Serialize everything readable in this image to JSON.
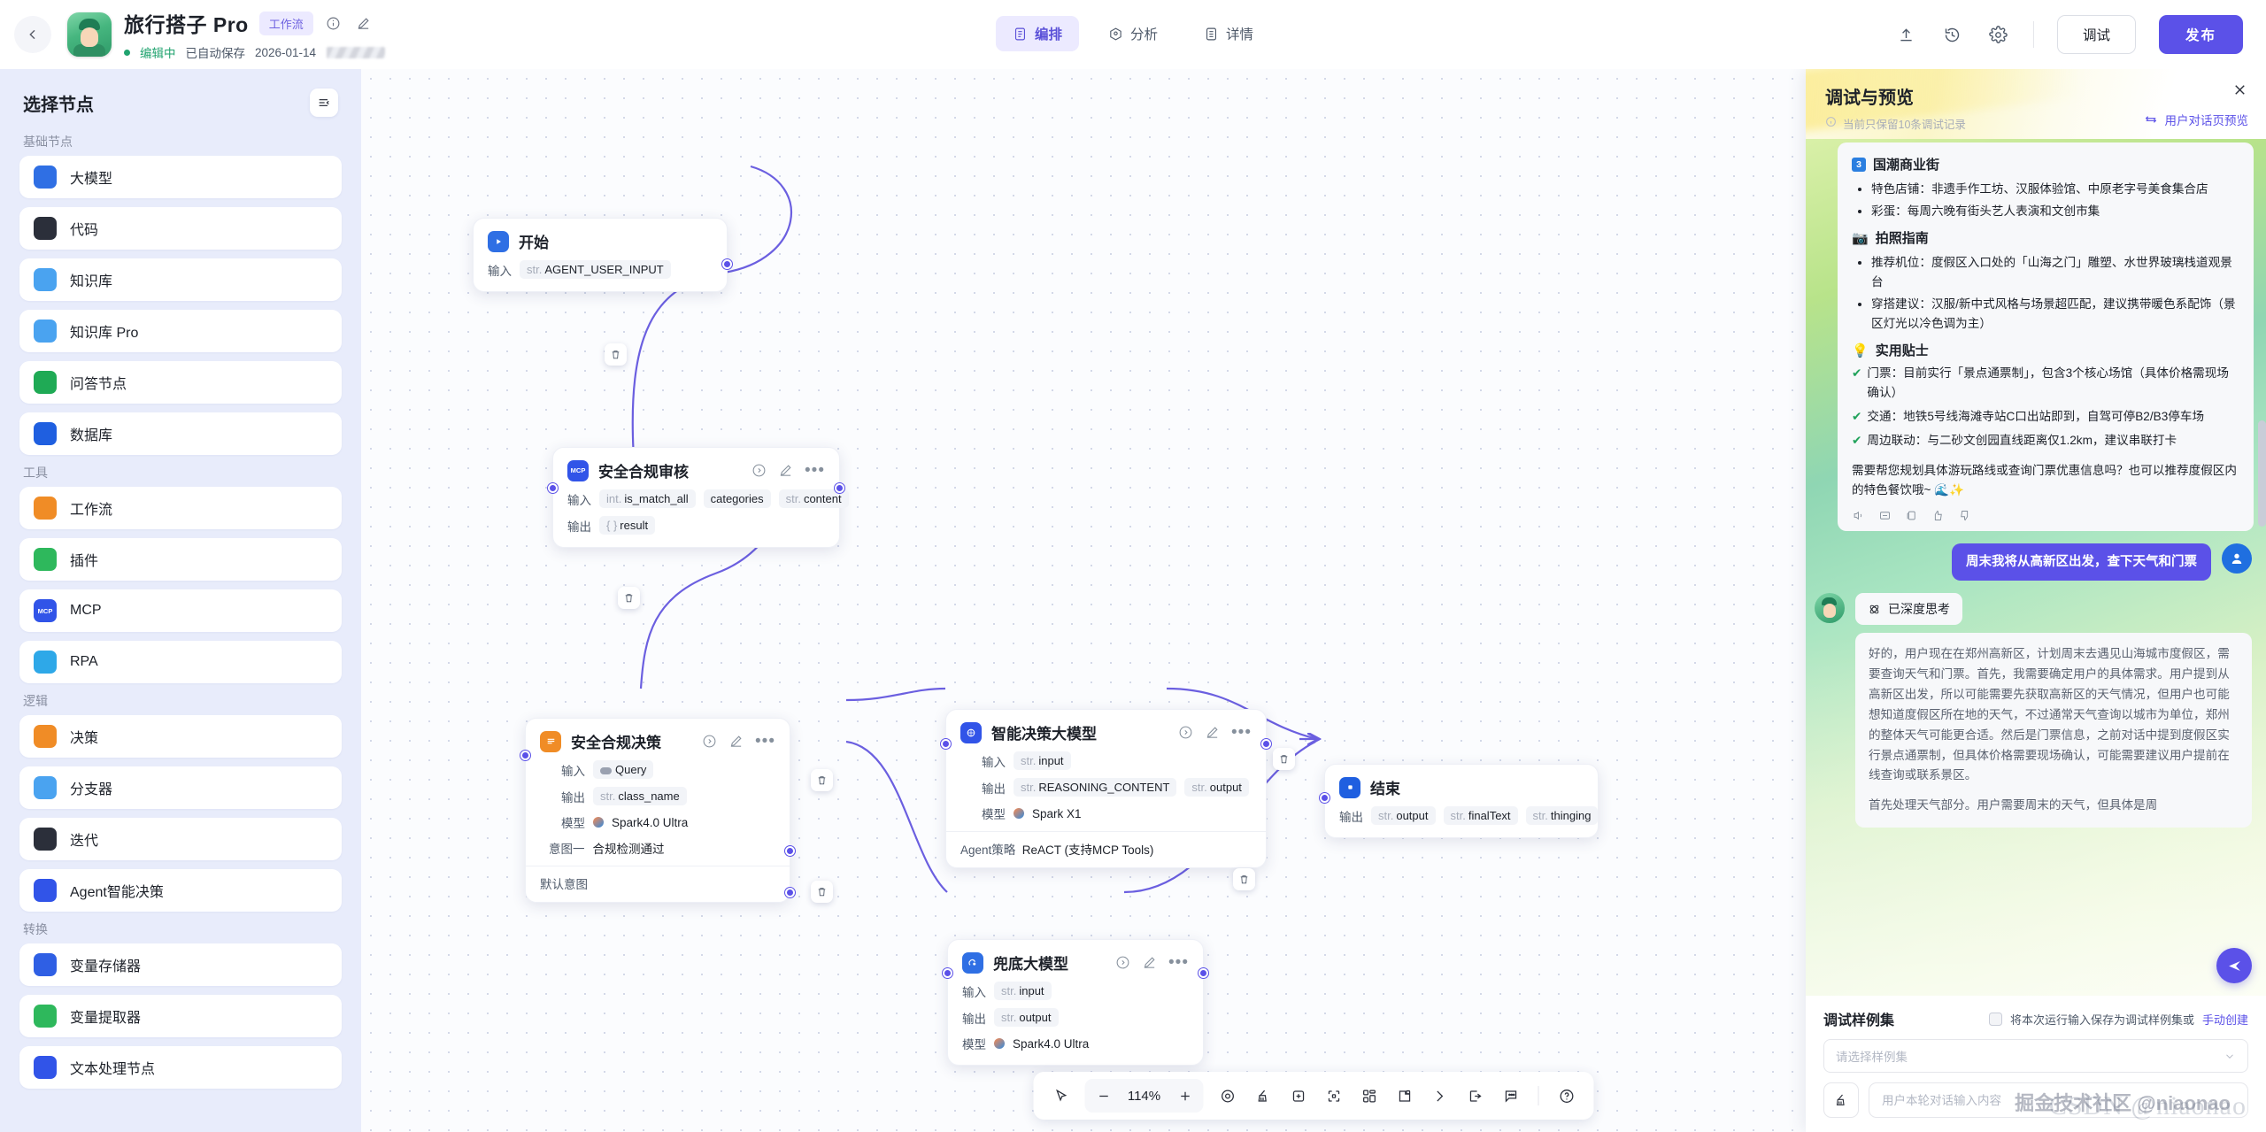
{
  "header": {
    "back_icon": "chevron-left-icon",
    "app_title": "旅行搭子 Pro",
    "workflow_tag": "工作流",
    "info_icon": "info-icon",
    "edit_icon": "pencil-icon",
    "status": "编辑中",
    "autosave": "已自动保存",
    "timestamp": "2026-01-14",
    "tabs": [
      {
        "label": "编排",
        "icon": "orchestrate-icon",
        "active": true
      },
      {
        "label": "分析",
        "icon": "analytics-icon",
        "active": false
      },
      {
        "label": "详情",
        "icon": "detail-icon",
        "active": false
      }
    ],
    "right_icons": [
      "upload-icon",
      "history-icon",
      "gear-icon"
    ],
    "debug_label": "调试",
    "publish_label": "发布",
    "accent": "#5b51e8"
  },
  "sidebar": {
    "title": "选择节点",
    "collapse_icon": "collapse-panel-icon",
    "groups": [
      {
        "name": "基础节点",
        "items": [
          {
            "label": "大模型",
            "icon": "llm-icon",
            "color": "#2f6fe4"
          },
          {
            "label": "代码",
            "icon": "code-icon",
            "color": "#2b2f3a"
          },
          {
            "label": "知识库",
            "icon": "knowledge-base-icon",
            "color": "#4aa3f0"
          },
          {
            "label": "知识库 Pro",
            "icon": "knowledge-base-pro-icon",
            "color": "#4aa3f0"
          },
          {
            "label": "问答节点",
            "icon": "qa-node-icon",
            "color": "#1faa55"
          },
          {
            "label": "数据库",
            "icon": "database-icon",
            "color": "#1f5fe0"
          }
        ]
      },
      {
        "name": "工具",
        "items": [
          {
            "label": "工作流",
            "icon": "workflow-icon",
            "color": "#f08c26"
          },
          {
            "label": "插件",
            "icon": "plugin-icon",
            "color": "#2eb85c"
          },
          {
            "label": "MCP",
            "icon": "mcp-icon",
            "color": "#3154e8"
          },
          {
            "label": "RPA",
            "icon": "rpa-icon",
            "color": "#2ea8e8"
          }
        ]
      },
      {
        "name": "逻辑",
        "items": [
          {
            "label": "决策",
            "icon": "decision-icon",
            "color": "#f08c26"
          },
          {
            "label": "分支器",
            "icon": "branch-icon",
            "color": "#4aa3f0"
          },
          {
            "label": "迭代",
            "icon": "iteration-icon",
            "color": "#2b2f3a"
          },
          {
            "label": "Agent智能决策",
            "icon": "agent-decision-icon",
            "color": "#3154e8"
          }
        ]
      },
      {
        "name": "转换",
        "items": [
          {
            "label": "变量存储器",
            "icon": "variable-store-icon",
            "color": "#2f5fe4"
          },
          {
            "label": "变量提取器",
            "icon": "variable-extract-icon",
            "color": "#2eb85c"
          },
          {
            "label": "文本处理节点",
            "icon": "text-process-icon",
            "color": "#3154e8"
          }
        ]
      }
    ]
  },
  "canvas": {
    "nodes": [
      {
        "id": "start",
        "title": "开始",
        "icon": "start-play-icon",
        "icon_color": "#2f6fe4",
        "rows": [
          {
            "key": "输入",
            "chips": [
              {
                "type": "str.",
                "name": "AGENT_USER_INPUT"
              }
            ]
          }
        ]
      },
      {
        "id": "compliance-audit",
        "title": "安全合规审核",
        "icon": "mcp-icon",
        "icon_color": "#3154e8",
        "icon_text": "MCP",
        "rows": [
          {
            "key": "输入",
            "chips": [
              {
                "type": "int.",
                "name": "is_match_all"
              },
              {
                "type": "",
                "name": "categories"
              },
              {
                "type": "str.",
                "name": "content"
              }
            ]
          },
          {
            "key": "输出",
            "chips": [
              {
                "type": "{ }",
                "name": "result"
              }
            ]
          }
        ]
      },
      {
        "id": "compliance-decision",
        "title": "安全合规决策",
        "icon": "decision-icon",
        "icon_color": "#f08c26",
        "rows": [
          {
            "key": "输入",
            "chips": [
              {
                "type": "toggle",
                "name": "Query"
              }
            ]
          },
          {
            "key": "输出",
            "chips": [
              {
                "type": "str.",
                "name": "class_name"
              }
            ]
          },
          {
            "key": "模型",
            "chips": [
              {
                "type": "spark",
                "name": "Spark4.0 Ultra"
              }
            ]
          }
        ],
        "intents": [
          {
            "key": "意图一",
            "value": "合规检测通过"
          }
        ],
        "default_intent": "默认意图"
      },
      {
        "id": "smart-decision-llm",
        "title": "智能决策大模型",
        "icon": "agent-decision-icon",
        "icon_color": "#3154e8",
        "rows": [
          {
            "key": "输入",
            "chips": [
              {
                "type": "str.",
                "name": "input"
              }
            ]
          },
          {
            "key": "输出",
            "chips": [
              {
                "type": "str.",
                "name": "REASONING_CONTENT"
              },
              {
                "type": "str.",
                "name": "output"
              }
            ]
          },
          {
            "key": "模型",
            "chips": [
              {
                "type": "spark",
                "name": "Spark X1"
              }
            ]
          }
        ],
        "footer_key": "Agent策略",
        "footer_value": "ReACT (支持MCP Tools)"
      },
      {
        "id": "fallback-llm",
        "title": "兜底大模型",
        "icon": "llm-icon",
        "icon_color": "#2f6fe4",
        "rows": [
          {
            "key": "输入",
            "chips": [
              {
                "type": "str.",
                "name": "input"
              }
            ]
          },
          {
            "key": "输出",
            "chips": [
              {
                "type": "str.",
                "name": "output"
              }
            ]
          },
          {
            "key": "模型",
            "chips": [
              {
                "type": "spark",
                "name": "Spark4.0 Ultra"
              }
            ]
          }
        ]
      },
      {
        "id": "end",
        "title": "结束",
        "icon": "end-stop-icon",
        "icon_color": "#1f5fe0",
        "rows": [
          {
            "key": "输出",
            "chips": [
              {
                "type": "str.",
                "name": "output"
              },
              {
                "type": "str.",
                "name": "finalText"
              },
              {
                "type": "str.",
                "name": "thinging"
              }
            ]
          }
        ]
      }
    ],
    "edge_delete_icon": "trash-icon"
  },
  "bottom_toolbar": {
    "cursor_icon": "cursor-icon",
    "zoom_out": "−",
    "zoom_level": "114%",
    "zoom_in": "+",
    "icons": [
      "target-icon",
      "broom-icon",
      "add-node-icon",
      "fit-view-icon",
      "layout-icon",
      "note-icon",
      "flow-icon",
      "export-icon",
      "comment-icon"
    ],
    "help_icon": "help-icon"
  },
  "right_panel": {
    "title": "调试与预览",
    "note_icon": "info-icon",
    "note": "当前只保留10条调试记录",
    "close_icon": "close-icon",
    "preview_icon": "swap-icon",
    "preview_label": "用户对话页预览",
    "message": {
      "section_3": {
        "badge": "3",
        "heading": "国潮商业街",
        "bullets": [
          "特色店铺：非遗手作工坊、汉服体验馆、中原老字号美食集合店",
          "彩蛋：每周六晚有街头艺人表演和文创市集"
        ]
      },
      "photo_guide": {
        "emoji": "📷",
        "heading": "拍照指南",
        "bullets": [
          "推荐机位：度假区入口处的「山海之门」雕塑、水世界玻璃栈道观景台",
          "穿搭建议：汉服/新中式风格与场景超匹配，建议携带暖色系配饰（景区灯光以冷色调为主）"
        ]
      },
      "tips": {
        "emoji": "💡",
        "heading": "实用贴士",
        "items": [
          "门票：目前实行「景点通票制」，包含3个核心场馆（具体价格需现场确认）",
          "交通：地铁5号线海滩寺站C口出站即到，自驾可停B2/B3停车场",
          "周边联动：与二砂文创园直线距离仅1.2km，建议串联打卡"
        ]
      },
      "closing": "需要帮您规划具体游玩路线或查询门票优惠信息吗？也可以推荐度假区内的特色餐饮哦~ 🌊✨",
      "tool_icons": [
        "speaker-icon",
        "regenerate-icon",
        "copy-icon",
        "thumbs-up-icon",
        "thumbs-down-icon"
      ]
    },
    "user_message": "周末我将从高新区出发，查下天气和门票",
    "thinking_label": "已深度思考",
    "thinking_icon": "deep-think-icon",
    "thinking_paragraphs": [
      "好的，用户现在在郑州高新区，计划周末去遇见山海城市度假区，需要查询天气和门票。首先，我需要确定用户的具体需求。用户提到从高新区出发，所以可能需要先获取高新区的天气情况，但用户也可能想知道度假区所在地的天气，不过通常天气查询以城市为单位，郑州的整体天气可能更合适。然后是门票信息，之前对话中提到度假区实行景点通票制，但具体价格需要现场确认，可能需要建议用户提前在线查询或联系景区。",
      "首先处理天气部分。用户需要周末的天气，但具体是周"
    ],
    "send_icon": "send-icon",
    "footer": {
      "title": "调试样例集",
      "checkbox_label": "将本次运行输入保存为调试样例集或",
      "create_link": "手动创建",
      "select_placeholder": "请选择样例集",
      "chevron_icon": "chevron-down-icon",
      "clear_icon": "broom-icon",
      "input_placeholder": "用户本轮对话输入内容",
      "watermark": "CSDN @niaonao",
      "watermark2": "掘金技术社区 @niaonao"
    }
  }
}
